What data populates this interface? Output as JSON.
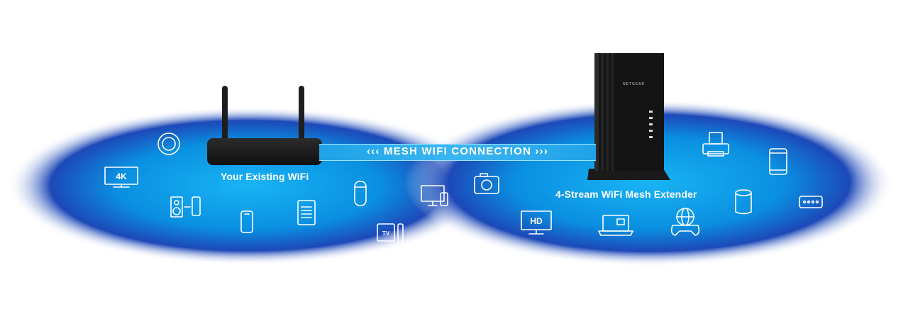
{
  "router": {
    "label": "Your Existing WiFi"
  },
  "extender": {
    "label": "4-Stream WiFi Mesh Extender",
    "brand": "NETGEAR"
  },
  "connection": {
    "label": "‹‹‹ MESH WIFI CONNECTION ›››"
  },
  "device_icons": {
    "tv_4k_text": "4K",
    "tv_hd_text": "HD",
    "streaming_box_text": "TV"
  },
  "colors": {
    "coverage_core": "#0aa0ec",
    "coverage_edge": "#123a9a",
    "router_body": "#1a1a1a",
    "extender_body": "#0f0f0f",
    "icon_stroke": "#ffffff"
  }
}
